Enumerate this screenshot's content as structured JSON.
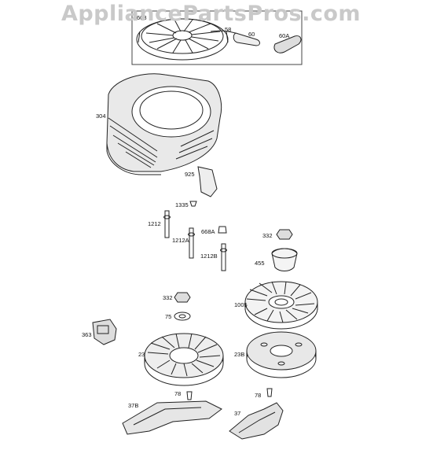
{
  "watermark": "AppliancePartsPros.com",
  "parts": [
    {
      "id": "608"
    },
    {
      "id": "58"
    },
    {
      "id": "60"
    },
    {
      "id": "60A"
    },
    {
      "id": "304"
    },
    {
      "id": "925"
    },
    {
      "id": "1335"
    },
    {
      "id": "1212"
    },
    {
      "id": "1212A"
    },
    {
      "id": "668A"
    },
    {
      "id": "1212B"
    },
    {
      "id": "332"
    },
    {
      "id": "455"
    },
    {
      "id": "332"
    },
    {
      "id": "1005"
    },
    {
      "id": "75"
    },
    {
      "id": "363"
    },
    {
      "id": "23"
    },
    {
      "id": "23B"
    },
    {
      "id": "78"
    },
    {
      "id": "78"
    },
    {
      "id": "37B"
    },
    {
      "id": "37"
    }
  ]
}
